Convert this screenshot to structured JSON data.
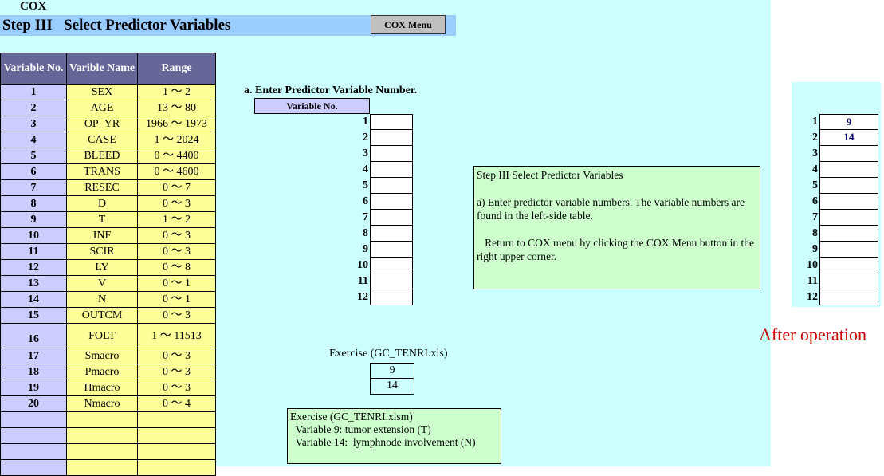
{
  "app_label": "COX",
  "header": {
    "title": "Step III   Select Predictor Variables",
    "cox_menu_button": "COX Menu"
  },
  "variables_table": {
    "headers": {
      "no": "Variable No.",
      "name": "Varible Name",
      "range": "Range"
    },
    "rows": [
      {
        "no": "1",
        "name": "SEX",
        "range": "1 〜  2"
      },
      {
        "no": "2",
        "name": "AGE",
        "range": "13 〜  80"
      },
      {
        "no": "3",
        "name": "OP_YR",
        "range": "1966 〜  1973"
      },
      {
        "no": "4",
        "name": "CASE",
        "range": "1 〜  2024"
      },
      {
        "no": "5",
        "name": "BLEED",
        "range": "0 〜  4400"
      },
      {
        "no": "6",
        "name": "TRANS",
        "range": "0 〜  4600"
      },
      {
        "no": "7",
        "name": "RESEC",
        "range": "0 〜  7"
      },
      {
        "no": "8",
        "name": "D",
        "range": "0 〜  3"
      },
      {
        "no": "9",
        "name": "T",
        "range": "1 〜  2"
      },
      {
        "no": "10",
        "name": "INF",
        "range": "0 〜  3"
      },
      {
        "no": "11",
        "name": "SCIR",
        "range": "0 〜  3"
      },
      {
        "no": "12",
        "name": "LY",
        "range": "0 〜  8"
      },
      {
        "no": "13",
        "name": "V",
        "range": "0 〜  1"
      },
      {
        "no": "14",
        "name": "N",
        "range": "0 〜  1"
      },
      {
        "no": "15",
        "name": "OUTCM",
        "range": "0 〜  3"
      },
      {
        "no": "16",
        "name": "FOLT",
        "range": "1 〜  11513"
      },
      {
        "no": "17",
        "name": "Smacro",
        "range": "0 〜  3"
      },
      {
        "no": "18",
        "name": "Pmacro",
        "range": "0 〜  3"
      },
      {
        "no": "19",
        "name": "Hmacro",
        "range": "0 〜  3"
      },
      {
        "no": "20",
        "name": "Nmacro",
        "range": "0 〜  4"
      },
      {
        "no": "",
        "name": "",
        "range": ""
      },
      {
        "no": "",
        "name": "",
        "range": ""
      },
      {
        "no": "",
        "name": "",
        "range": ""
      },
      {
        "no": "",
        "name": "",
        "range": ""
      }
    ]
  },
  "entry_section": {
    "title": "a. Enter Predictor Variable Number.",
    "column_header": "Variable No.",
    "rows": [
      {
        "label": "1",
        "value": ""
      },
      {
        "label": "2",
        "value": ""
      },
      {
        "label": "3",
        "value": ""
      },
      {
        "label": "4",
        "value": ""
      },
      {
        "label": "5",
        "value": ""
      },
      {
        "label": "6",
        "value": ""
      },
      {
        "label": "7",
        "value": ""
      },
      {
        "label": "8",
        "value": ""
      },
      {
        "label": "9",
        "value": ""
      },
      {
        "label": "10",
        "value": ""
      },
      {
        "label": "11",
        "value": ""
      },
      {
        "label": "12",
        "value": ""
      }
    ]
  },
  "instructions": {
    "title": "Step III  Select Predictor Variables",
    "line_a": "a) Enter predictor variable numbers. The variable numbers are found in the left-side table.",
    "line_return": "   Return to COX menu by clicking the COX Menu button in the right upper corner."
  },
  "exercise": {
    "label": "Exercise (GC_TENRI.xls)",
    "values": [
      "9",
      "14"
    ],
    "note_title": "Exercise (GC_TENRI.xlsm)",
    "note_line1": "  Variable 9: tumor extension (T)",
    "note_line2": "  Variable 14:  lymphnode involvement (N)"
  },
  "after_operation": {
    "label": "After operation",
    "rows": [
      {
        "label": "1",
        "value": "9"
      },
      {
        "label": "2",
        "value": "14"
      },
      {
        "label": "3",
        "value": ""
      },
      {
        "label": "4",
        "value": ""
      },
      {
        "label": "5",
        "value": ""
      },
      {
        "label": "6",
        "value": ""
      },
      {
        "label": "7",
        "value": ""
      },
      {
        "label": "8",
        "value": ""
      },
      {
        "label": "9",
        "value": ""
      },
      {
        "label": "10",
        "value": ""
      },
      {
        "label": "11",
        "value": ""
      },
      {
        "label": "12",
        "value": ""
      }
    ]
  },
  "colors": {
    "sheet_bg": "#ccffff",
    "title_bar": "#99ccff",
    "header_purple": "#666699",
    "no_column": "#ccccff",
    "value_yellow": "#ffff99",
    "note_green": "#ccffcc",
    "after_label_red": "#cc0000"
  }
}
